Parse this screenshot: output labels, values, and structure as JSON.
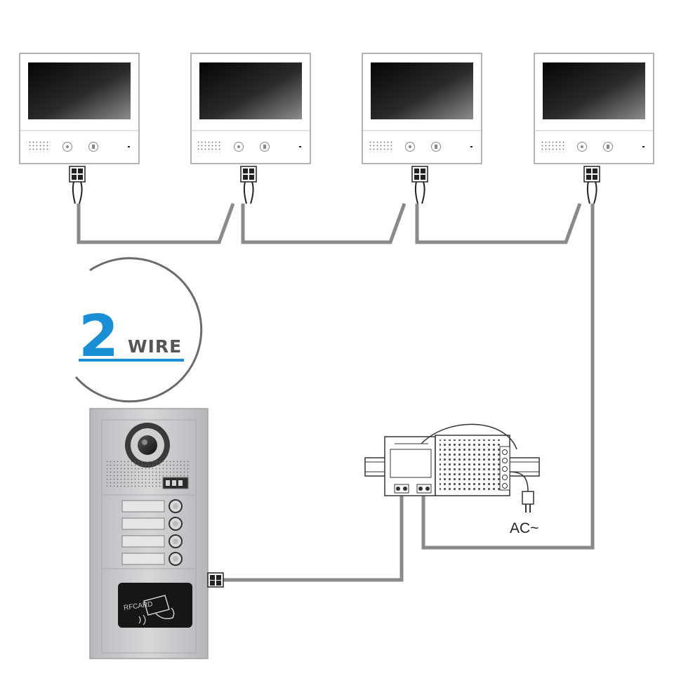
{
  "badge": {
    "number": "2",
    "word": "WIRE",
    "accent_color": "#1a8fd6",
    "text_color": "#555555"
  },
  "monitors": [
    {
      "name": "monitor-1",
      "speaker_icon": "speaker-grille-icon",
      "call_icon": "call-icon",
      "unlock_icon": "unlock-icon"
    },
    {
      "name": "monitor-2",
      "speaker_icon": "speaker-grille-icon",
      "call_icon": "call-icon",
      "unlock_icon": "unlock-icon"
    },
    {
      "name": "monitor-3",
      "speaker_icon": "speaker-grille-icon",
      "call_icon": "call-icon",
      "unlock_icon": "unlock-icon"
    },
    {
      "name": "monitor-4",
      "speaker_icon": "speaker-grille-icon",
      "call_icon": "call-icon",
      "unlock_icon": "unlock-icon"
    }
  ],
  "door_station": {
    "buttons": 4,
    "rfid_label": "RFCARD"
  },
  "power_supply": {
    "ac_label": "AC~"
  },
  "colors": {
    "wire": "#8a8a8a",
    "panel": "#c9cacc",
    "panel_edge": "#9ea0a3",
    "screen_dark": "#111111",
    "monitor_frame": "#9a9a9a"
  }
}
